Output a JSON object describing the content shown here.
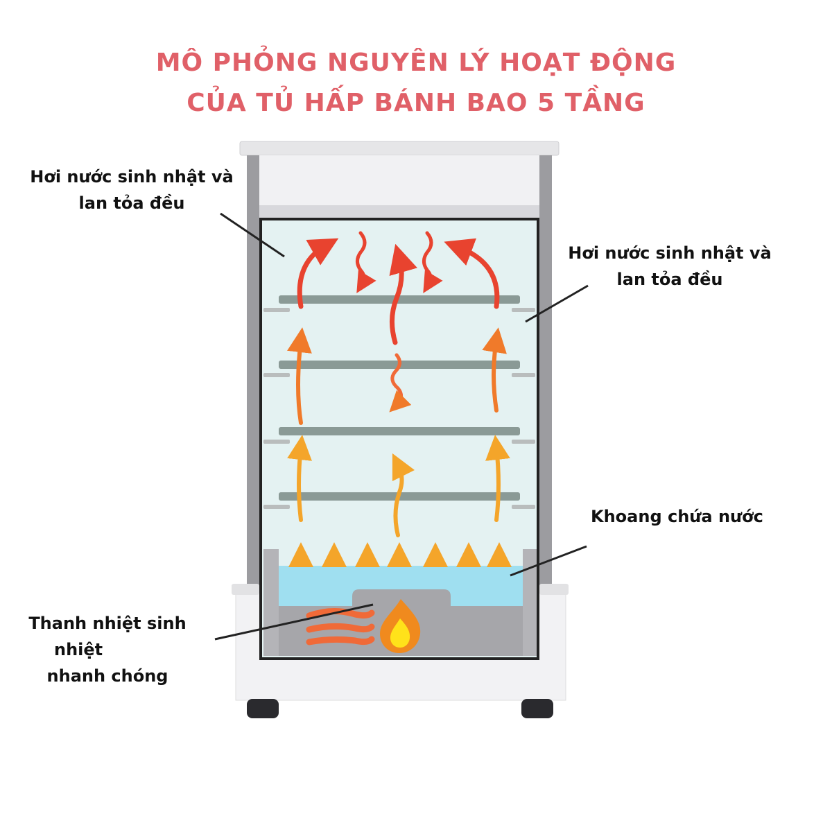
{
  "title": {
    "line1": "MÔ PHỎNG NGUYÊN LÝ HOẠT ĐỘNG",
    "line2": "CỦA TỦ HẤP BÁNH BAO 5 TẦNG"
  },
  "labels": {
    "steam_left": {
      "line1": "Hơi nước sinh nhật và",
      "line2": "lan tỏa đều"
    },
    "steam_right": {
      "line1": "Hơi nước sinh nhật và",
      "line2": "lan tỏa đều"
    },
    "water": "Khoang chứa nước",
    "heater": {
      "line1": "Thanh nhiệt sinh",
      "line2": "nhiệt",
      "line3": "nhanh chóng"
    }
  },
  "colors": {
    "title": "#e06068",
    "steam_hot": "#e8432f",
    "steam_warm": "#f07a2a",
    "steam_mild": "#f4a52a",
    "water": "#9fdff0",
    "cabinet": "#f2f2f4",
    "glass": "#e4f2f2",
    "tray": "#8a9a96",
    "flame_outer": "#f08a1e",
    "flame_inner": "#ffe21a"
  },
  "icons": {
    "flame": "flame-icon",
    "heater": "heating-element-icon",
    "arrows": "steam-arrow-icon"
  }
}
